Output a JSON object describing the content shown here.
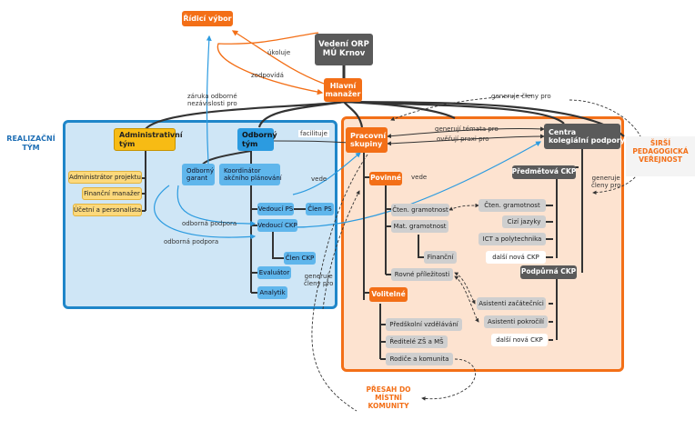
{
  "nodes": {
    "ridici_vybor": "Řídicí výbor",
    "vedeni_orp": "Vedení ORP\nMÚ Krnov",
    "hlavni_manazer": "Hlavní\nmanažer",
    "administrativni_tym": "Administrativní\ntým",
    "odborny_tym": "Odborný\ntým",
    "pracovni_skupiny": "Pracovní\nskupiny",
    "centra_kolegialni_podpory": "Centra\nkolegiální podpory",
    "administrator_projektu": "Administrátor projektu",
    "financni_manazer": "Finanční manažer",
    "ucetni_a_personalista": "Účetní a personalista",
    "odborny_garant": "Odborný\ngarant",
    "koordinator": "Koordinátor\nakčního plánování",
    "vedouci_ps": "Vedoucí PS",
    "clen_ps": "Člen PS",
    "vedouci_ckp": "Vedoucí CKP",
    "clen_ckp": "Člen CKP",
    "evaluator": "Evaluátor",
    "analytik": "Analytik",
    "povinne": "Povinné",
    "volitelne": "Volitelné",
    "cten_gramotnost_l": "Čten. gramotnost",
    "mat_gramotnost": "Mat. gramotnost",
    "financni": "Finanční",
    "rovne_prilezitosti": "Rovné příležitosti",
    "predskolni": "Předškolní vzdělávání",
    "reditele": "Ředitelé ZŠ a MŠ",
    "rodice": "Rodiče a komunita",
    "predmetova_ckp": "Předmětová CKP",
    "cten_gramotnost_r": "Čten. gramotnost",
    "cizi_jazyky": "Cizí jazyky",
    "ict": "ICT a polytechnika",
    "dalsi_nova_ckp_1": "další nová CKP",
    "podpurna_ckp": "Podpůrná CKP",
    "asistenti_zacatecnici": "Asistenti začátečníci",
    "asistenti_pokrocili": "Asistenti pokročilí",
    "dalsi_nova_ckp_2": "další nová CKP"
  },
  "labels": {
    "realizacni_tym": "REALIZAČNÍ\nTÝM",
    "sirsi_verejnost": "ŠIRŠÍ\nPEDAGOGICKÁ\nVEŘEJNOST",
    "presah": "PŘESAH DO\nMÍSTNÍ\nKOMUNITY",
    "ukoluje": "úkoluje",
    "zodpovida": "zodpovídá",
    "zaruka": "záruka odborné\nnezávislosti pro",
    "generuje_cleny_pro_top": "generuje členy pro",
    "facilituje": "facilituje",
    "generuji_temata": "generují témata pro",
    "overuji_praxi": "ověřují praxi  pro",
    "vede_1": "vede",
    "vede_2": "vede",
    "odborna_podpora_1": "odborná podpora",
    "odborna_podpora_2": "odborná podpora",
    "generuje_cleny_pro_bottom": "generuje\nčleny pro",
    "generuje_cleny_pro_right": "generuje\nčleny pro"
  },
  "colors": {
    "orange": "#f36f17",
    "dark_grey": "#5a5a5a",
    "blue_region": "#cfe6f6",
    "blue_border": "#1f86c9",
    "orange_region": "#fde3d0",
    "yellow": "#f7bb14",
    "blue_node": "#5fb6ec",
    "blue_text": "#1f6fb5"
  }
}
